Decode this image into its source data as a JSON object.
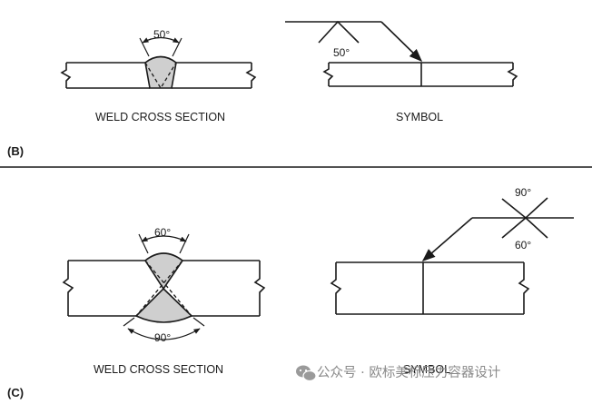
{
  "panel_b": {
    "label": "(B)",
    "cross_section": {
      "angle": "50°",
      "caption": "WELD CROSS SECTION"
    },
    "symbol": {
      "angle": "50°",
      "caption": "SYMBOL"
    }
  },
  "panel_c": {
    "label": "(C)",
    "cross_section": {
      "angle_top": "60°",
      "angle_bottom": "90°",
      "caption": "WELD CROSS SECTION"
    },
    "symbol": {
      "angle_top": "90°",
      "angle_bottom": "60°",
      "caption": "SYMBOL"
    }
  },
  "watermark": {
    "text": "公众号 · 欧标美标压力容器设计"
  },
  "colors": {
    "weld_fill": "#cfcfcf",
    "line": "#1a1a1a",
    "watermark": "#8a8a8a"
  }
}
